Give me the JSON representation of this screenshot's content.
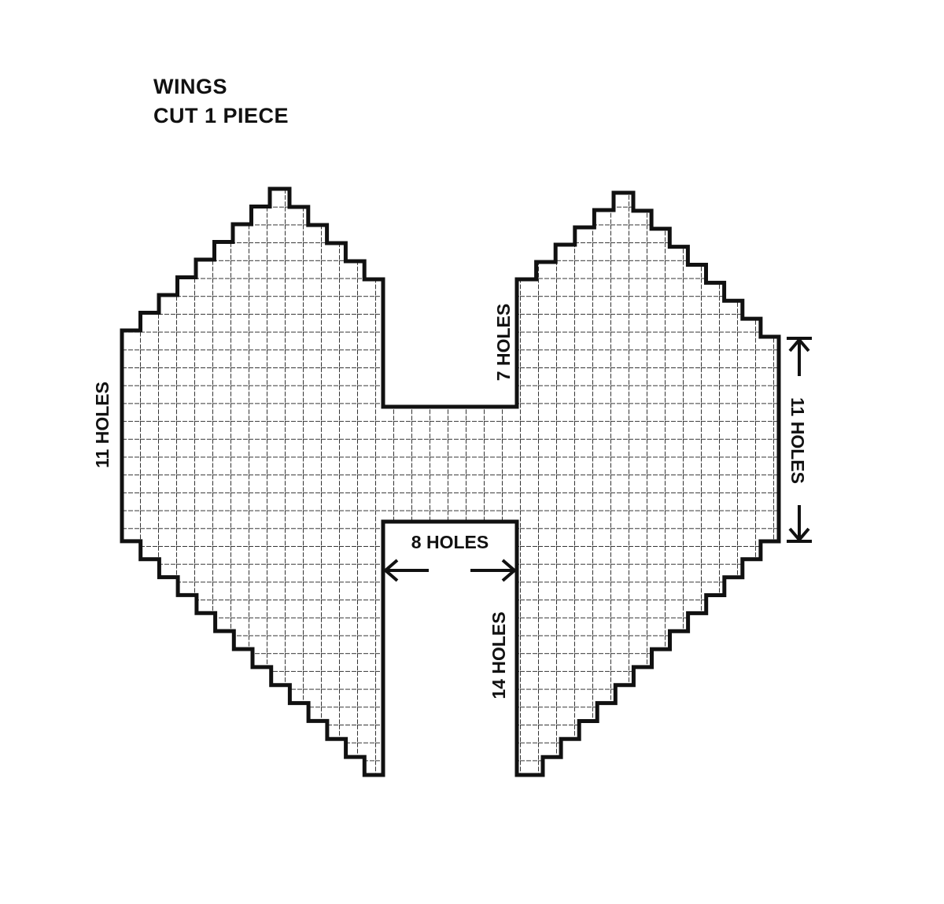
{
  "title": {
    "line1": "WINGS",
    "line2": "CUT 1 PIECE"
  },
  "labels": {
    "left_height": "11 HOLES",
    "center_top": "7 HOLES",
    "center_gap": "8 HOLES",
    "center_bottom": "14 HOLES",
    "right_height": "11 HOLES"
  },
  "colors": {
    "ink": "#111111",
    "grid": "#333333",
    "paper": "#ffffff"
  }
}
